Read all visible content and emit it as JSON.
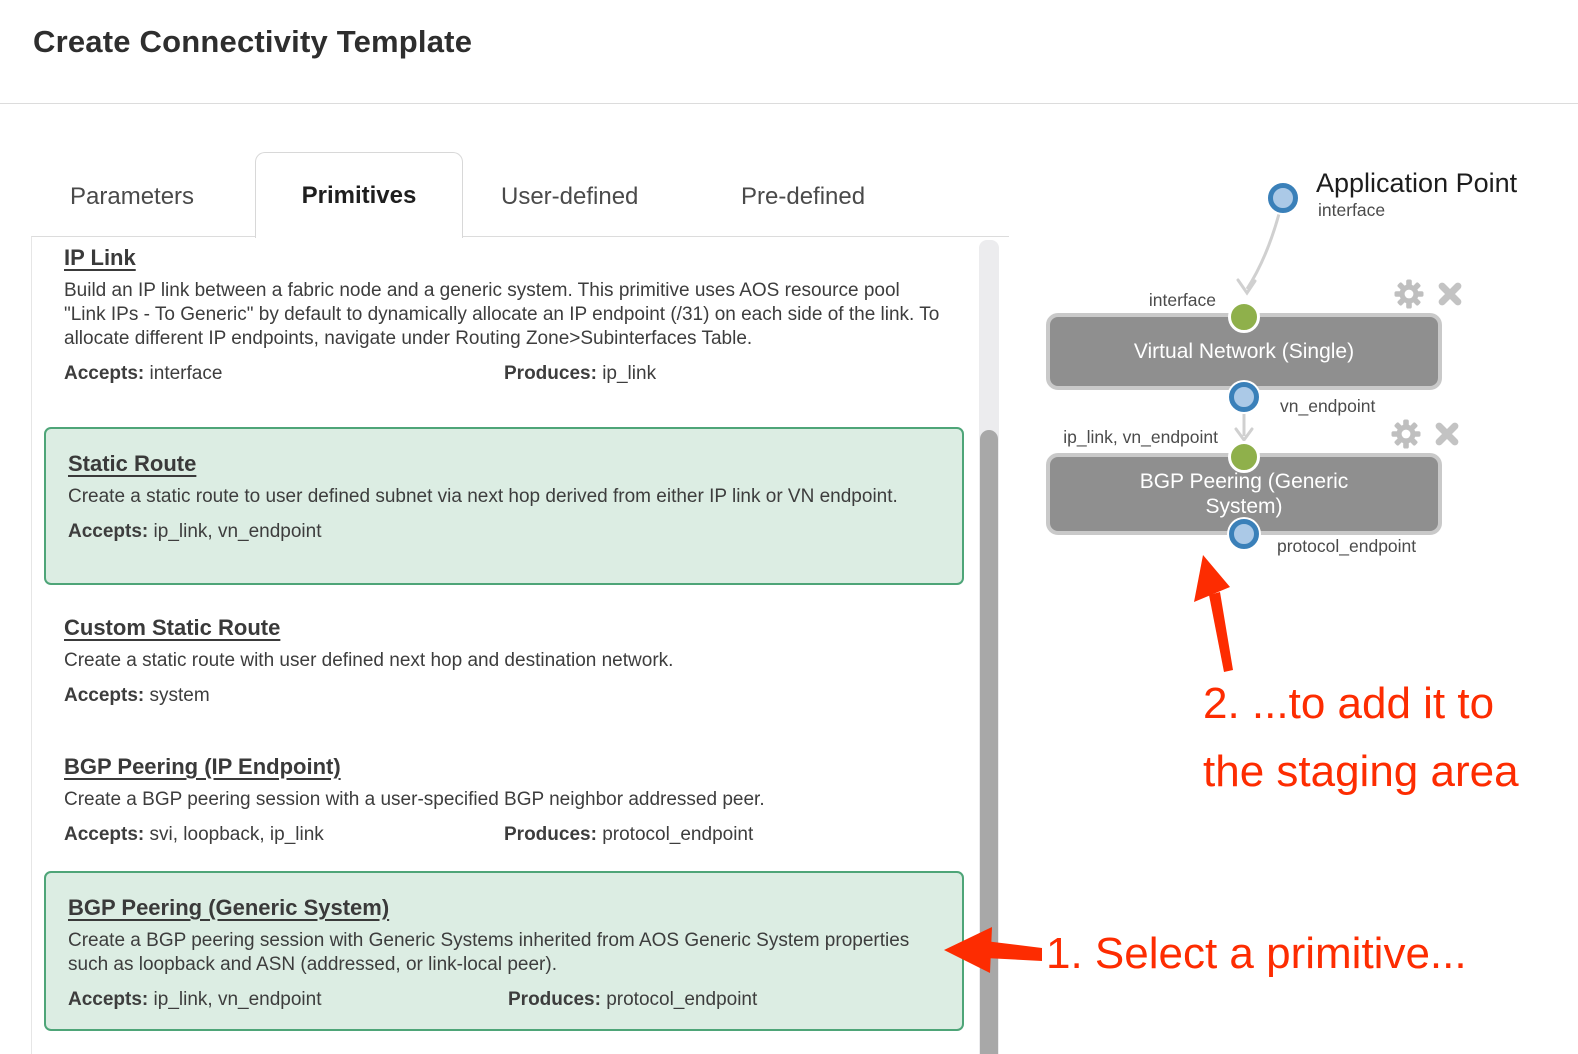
{
  "header": {
    "title": "Create Connectivity Template"
  },
  "tabs": {
    "parameters": "Parameters",
    "primitives": "Primitives",
    "user_defined": "User-defined",
    "pre_defined": "Pre-defined",
    "active": "Primitives"
  },
  "primitives": {
    "items": [
      {
        "title": "IP Link",
        "description": "Build an IP link between a fabric node and a generic system. This primitive uses AOS resource pool \"Link IPs - To Generic\" by default to dynamically allocate an IP endpoint (/31) on each side of the link. To allocate different IP endpoints, navigate under Routing Zone>Subinterfaces Table.",
        "accepts_label": "Accepts:",
        "accepts": "interface",
        "produces_label": "Produces:",
        "produces": "ip_link",
        "selected": false
      },
      {
        "title": "Static Route",
        "description": "Create a static route to user defined subnet via next hop derived from either IP link or VN endpoint.",
        "accepts_label": "Accepts:",
        "accepts": "ip_link, vn_endpoint",
        "selected": true
      },
      {
        "title": "Custom Static Route",
        "description": "Create a static route with user defined next hop and destination network.",
        "accepts_label": "Accepts:",
        "accepts": "system",
        "selected": false
      },
      {
        "title": "BGP Peering (IP Endpoint)",
        "description": "Create a BGP peering session with a user-specified BGP neighbor addressed peer.",
        "accepts_label": "Accepts:",
        "accepts": "svi, loopback, ip_link",
        "produces_label": "Produces:",
        "produces": "protocol_endpoint",
        "selected": false
      },
      {
        "title": "BGP Peering (Generic System)",
        "description": "Create a BGP peering session with Generic Systems inherited from AOS Generic System properties such as loopback and ASN (addressed, or link-local peer).",
        "accepts_label": "Accepts:",
        "accepts": "ip_link, vn_endpoint",
        "produces_label": "Produces:",
        "produces": "protocol_endpoint",
        "selected": true
      }
    ]
  },
  "staging": {
    "application_point": {
      "title": "Application Point",
      "subtitle": "interface"
    },
    "nodes": [
      {
        "title": "Virtual Network (Single)",
        "top_label": "interface",
        "bottom_label": "vn_endpoint",
        "icons": [
          "gear-icon",
          "remove-icon"
        ]
      },
      {
        "title": "BGP Peering (Generic System)",
        "top_label": "ip_link, vn_endpoint",
        "bottom_label": "protocol_endpoint",
        "icons": [
          "gear-icon",
          "remove-icon"
        ]
      }
    ]
  },
  "annotations": {
    "step1": "1. Select a primitive...",
    "step2_line1": "2. ...to add it to",
    "step2_line2": "the staging area",
    "color": "#fd2c01"
  },
  "colors": {
    "selected_card_bg": "#dcede3",
    "selected_card_border": "#4ea578",
    "node_bg": "#8f8f8f",
    "node_border": "#c9c9c9",
    "port_green": "#8fb04b",
    "port_blue_ring": "#3a80b9",
    "port_blue_fill": "#abc9e7",
    "scroll_thumb": "#a8a8a8",
    "annotation_red": "#fd2c01"
  }
}
